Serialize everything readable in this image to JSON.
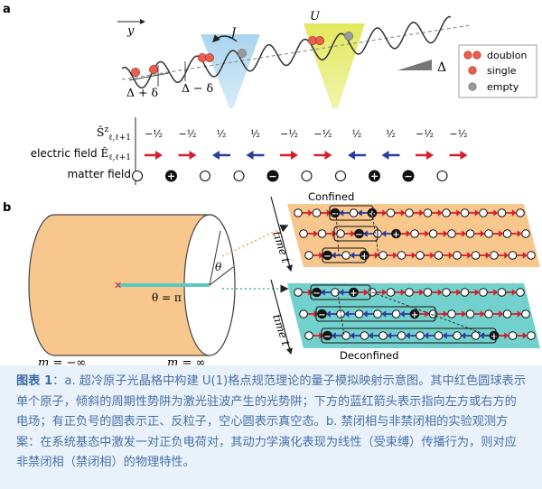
{
  "panel_a": {
    "label": "a",
    "y_axis": "y",
    "legend": {
      "doublon": "doublon",
      "single": "single",
      "empty": "empty"
    },
    "labels": {
      "U": "U",
      "J": "J",
      "Delta": "Δ",
      "delta_plus": "Δ + δ",
      "delta_minus": "Δ − δ"
    },
    "rows": {
      "spin": "Ŝzℓ,ℓ+1",
      "electric": "electric field Êℓ,ℓ+1",
      "matter": "matter field"
    },
    "spin_values": [
      "−½",
      "−½",
      "½",
      "½",
      "−½",
      "−½",
      "½",
      "½",
      "−½",
      "−½"
    ],
    "field_directions": [
      "right",
      "right",
      "left",
      "left",
      "right",
      "right",
      "left",
      "left",
      "right",
      "right"
    ],
    "matter_values": [
      "",
      "+",
      "",
      "",
      "−",
      "",
      "",
      "+",
      "−",
      ""
    ],
    "colors": {
      "red_arrow": "#d5202c",
      "blue_arrow": "#2b3b9e",
      "doublon": "#e8604f",
      "empty": "#9a9a9a",
      "blue_beam": "#a9d4f0",
      "yellow_beam": "#e4ea68"
    }
  },
  "panel_b": {
    "label": "b",
    "m_left": "m = −∞",
    "m_right": "m = ∞",
    "theta_label": "θ",
    "theta_eq": "θ = π",
    "time_label": "time t",
    "confined": "Confined",
    "deconfined": "Deconfined",
    "colors": {
      "orange": "#f8c78e",
      "teal": "#73d1cd",
      "cylinder": "#f8c78e"
    }
  },
  "caption": {
    "label": "图表 1",
    "text": "：a. 超冷原子光晶格中构建 U(1)格点规范理论的量子模拟映射示意图。其中红色圆球表示单个原子，倾斜的周期性势阱为激光驻波产生的光势阱；下方的蓝红箭头表示指向左方或右方的电场；有正负号的圆表示正、反粒子，空心圆表示真空态。b. 禁闭相与非禁闭相的实验观测方案：在系统基态中激发一对正负电荷对，其动力学演化表现为线性（受束缚）传播行为，则对应非禁闭相（禁闭相）的物理特性。"
  }
}
